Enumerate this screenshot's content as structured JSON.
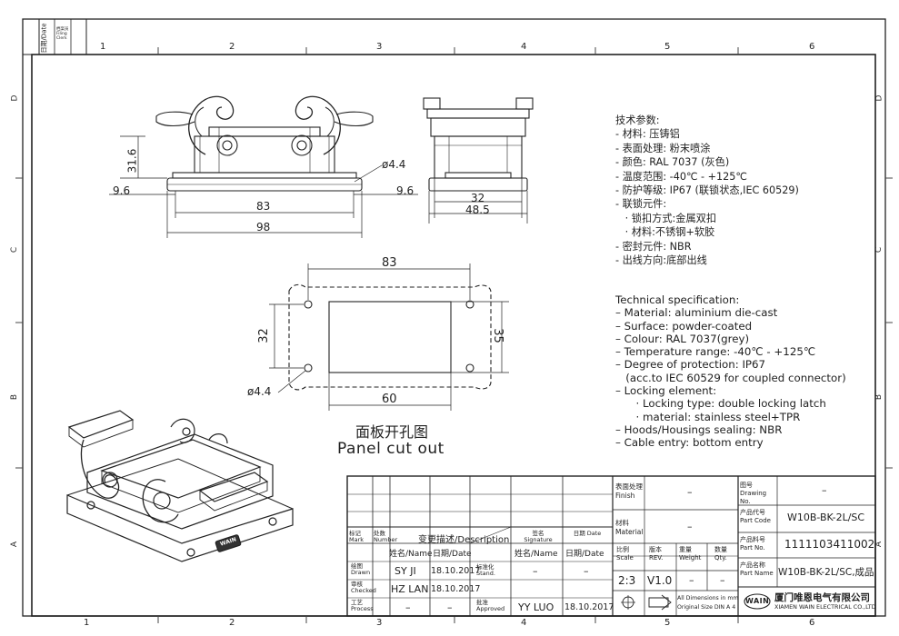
{
  "border": {
    "columns_top": [
      "1",
      "2",
      "3",
      "4",
      "5",
      "6"
    ],
    "columns_bottom": [
      "1",
      "2",
      "3",
      "4",
      "5",
      "6"
    ],
    "rows_left": [
      "D",
      "C",
      "B",
      "A"
    ],
    "rows_right": [
      "D",
      "C",
      "B",
      "A"
    ],
    "filing_date": "日期/Date",
    "filing_check": "档案员 Filing Clerk"
  },
  "dims": {
    "h31_6": "31.6",
    "w9_6_left": "9.6",
    "w83_top": "83",
    "w98": "98",
    "d4_4_top": "ø4.4",
    "w9_6_right": "9.6",
    "w32_side": "32",
    "w48_5": "48.5",
    "w83_panel": "83",
    "h32_panel": "32",
    "h35_panel": "35",
    "d4_4_panel": "ø4.4",
    "w60_panel": "60"
  },
  "panel_caption": {
    "zh": "面板开孔图",
    "en": "Panel cut out"
  },
  "spec_zh": {
    "title": "技术参数:",
    "lines": [
      "- 材料: 压铸铝",
      "- 表面处理: 粉末喷涂",
      "- 颜色: RAL 7037 (灰色)",
      "- 温度范围: -40℃ - +125℃",
      "- 防护等级: IP67 (联锁状态,IEC 60529)",
      "- 联锁元件:",
      "   · 锁扣方式:金属双扣",
      "   · 材料:不锈钢+软胶",
      "- 密封元件: NBR",
      "- 出线方向:底部出线"
    ]
  },
  "spec_en": {
    "title": "Technical specification:",
    "lines": [
      "– Material: aluminium die-cast",
      "– Surface: powder-coated",
      "– Colour: RAL 7037(grey)",
      "– Temperature range: -40℃ - +125℃",
      "– Degree of protection: IP67",
      "   (acc.to IEC 60529 for coupled connector)",
      "– Locking element:",
      "      · Locking type: double locking latch",
      "      · material: stainless steel+TPR",
      "– Hoods/Housings sealing: NBR",
      "– Cable entry: bottom entry"
    ]
  },
  "revision": {
    "mark": "标记 Mark",
    "number": "处数 Number",
    "desc": "变更描述/Description",
    "sign": "签名 Signature",
    "date": "日期 Date",
    "name_h": "姓名/Name",
    "date_h": "日期/Date",
    "name_h2": "姓名/Name",
    "date_h2": "日期/Date",
    "drawn": "绘图 Drawn",
    "checked": "审核 Checked",
    "process": "工艺 Process",
    "stand": "标准化 Stand.",
    "approved": "批准 Approved",
    "drawn_name": "SY JI",
    "drawn_date": "18.10.2017",
    "checked_name": "HZ LAN",
    "checked_date": "18.10.2017",
    "process_name": "–",
    "process_date": "–",
    "stand_name": "–",
    "stand_date": "–",
    "approved_name": "YY LUO",
    "approved_date": "18.10.2017"
  },
  "title_block": {
    "finish_label": "表面处理 Finish",
    "finish_value": "–",
    "material_label": "材料 Material",
    "material_value": "–",
    "scale_label": "比例 Scale",
    "rev_label": "版本 REV.",
    "weight_label": "重量 Weight",
    "qty_label": "数量 Qty.",
    "scale_value": "2:3",
    "rev_value": "V1.0",
    "weight_value": "–",
    "qty_value": "–",
    "dim_note_1": "All Dimensions in mm",
    "dim_note_2": "Original Size DIN A 4",
    "drawing_no_label": "图号 Drawing No.",
    "drawing_no_value": "–",
    "part_code_label": "产品代号 Part Code",
    "part_code_value": "W10B-BK-2L/SC",
    "part_no_label": "产品料号 Part No.",
    "part_no_value": "1111103411002",
    "part_name_label": "产品名称 Part Name",
    "part_name_value": "W10B-BK-2L/SC,成品",
    "logo_text": "WAIN",
    "company_zh": "厦门唯恩电气有限公司",
    "company_en": "XIAMEN WAIN ELECTRICAL CO.,LTD",
    "body_logo": "WAIN"
  }
}
